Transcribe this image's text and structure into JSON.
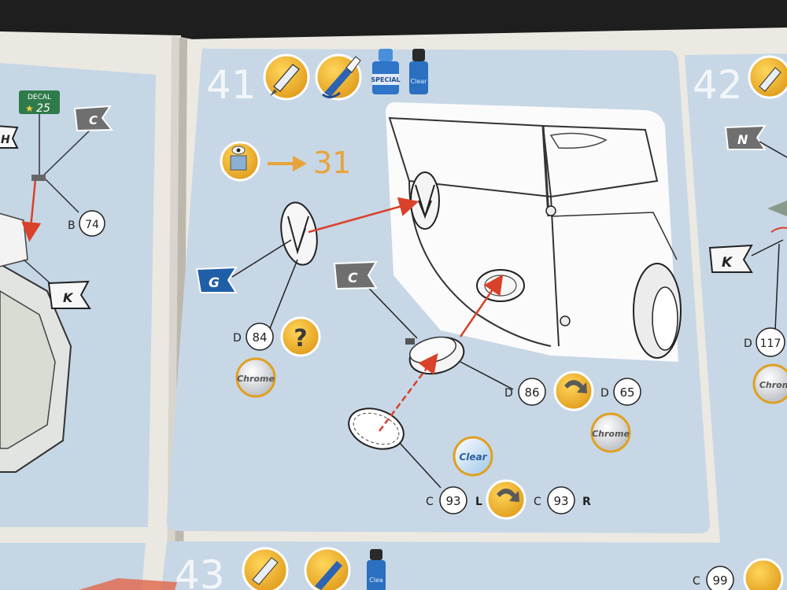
{
  "steps": {
    "left_prev": {
      "decal_text": "DECAL",
      "decal_number": "25",
      "paint_code_c": "C",
      "paint_code_k": "K",
      "paint_code_partial": "H",
      "part_b74_letter": "B",
      "part_b74_number": "74"
    },
    "step41": {
      "number": "41",
      "bottle_special": "SPECIAL",
      "bottle_clear": "Clear",
      "ref_arrow_target": "31",
      "paint_g": "G",
      "paint_c": "C",
      "part_d84_letter": "D",
      "part_d84_number": "84",
      "part_d86_letter": "D",
      "part_d86_number": "86",
      "part_d65_letter": "D",
      "part_d65_number": "65",
      "part_c93l_letter": "C",
      "part_c93l_number": "93",
      "part_c93l_suffix": "L",
      "part_c93r_letter": "C",
      "part_c93r_number": "93",
      "part_c93r_suffix": "R",
      "chrome_label_1": "Chrome",
      "chrome_label_2": "Chrome",
      "clear_label": "Clear",
      "question_mark": "?"
    },
    "step42": {
      "number": "42",
      "paint_n": "N",
      "paint_k": "K",
      "part_d117_letter": "D",
      "part_d117_number": "117",
      "chrome_label": "Chrom"
    },
    "step43": {
      "number": "43",
      "bottle_clear": "Clea",
      "part_c99_letter": "C",
      "part_c99_number": "99"
    }
  },
  "colors": {
    "panel_blue": "#c7d7e6",
    "page_paper": "#ece9e2",
    "instruction_orange": "#e8a33a",
    "arrow_red": "#d9412a",
    "flag_gray": "#6f6f6f",
    "flag_blue": "#1f5fa8",
    "decal_green": "#2f7a4a"
  }
}
